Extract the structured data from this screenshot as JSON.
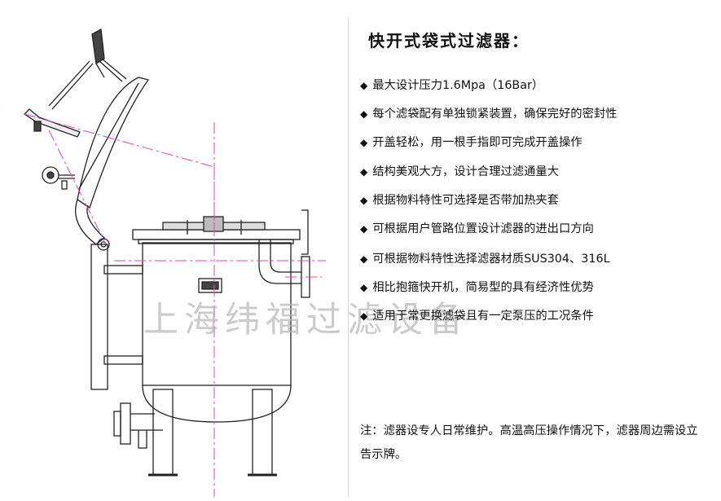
{
  "spec": {
    "title": "快开式袋式过滤器：",
    "bullet_glyph": "◆",
    "features": [
      "最大设计压力1.6Mpa（16Bar）",
      "每个滤袋配有单独锁紧装置，确保完好的密封性",
      "开盖轻松，用一根手指即可完成开盖操作",
      "结构美观大方，设计合理过滤通量大",
      "根据物料特性可选择是否带加热夹套",
      "可根据用户管路位置设计滤器的进出口方向",
      "可根据物料特性选择滤器材质SUS304、316L",
      "相比抱箍快开机，简易型的具有经济性优势",
      "适用于常更换滤袋且有一定泵压的工况条件"
    ],
    "note": "注：滤器设专人日常维护。高温高压操作情况下，滤器周边需设立告示牌。"
  },
  "drawing": {
    "watermark": "上海纬福过滤设备",
    "line_color": "#222222",
    "centerline_color": "#e040c8",
    "icons": [
      "quick-open-handle-icon",
      "pressure-gauge-icon",
      "nameplate-icon"
    ]
  }
}
